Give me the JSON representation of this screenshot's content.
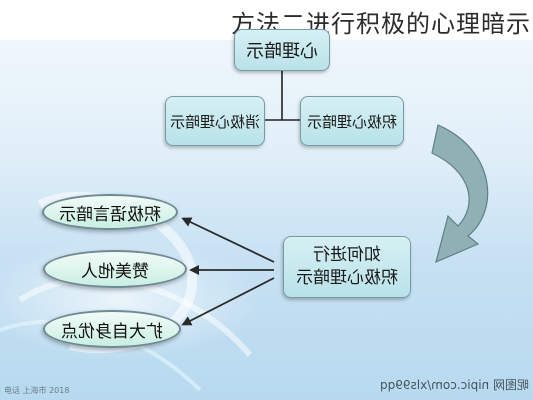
{
  "title": "方法二进行积极的心理暗示",
  "nodes": {
    "top": "心理暗示",
    "left": "消极心理暗示",
    "right": "积极心理暗示",
    "center_line1": "如何进行",
    "center_line2": "积极心理暗示"
  },
  "options": [
    "积极语言暗示",
    "赞美他人",
    "扩大自身优点"
  ],
  "watermark": "昵图网 nipic.com/xls99qq",
  "footer_text": "电话 上海市 2018",
  "colors": {
    "node_fill": "#c6e8ee",
    "node_border": "#7a9aa3",
    "arrow_fill": "#8fb0b4"
  }
}
